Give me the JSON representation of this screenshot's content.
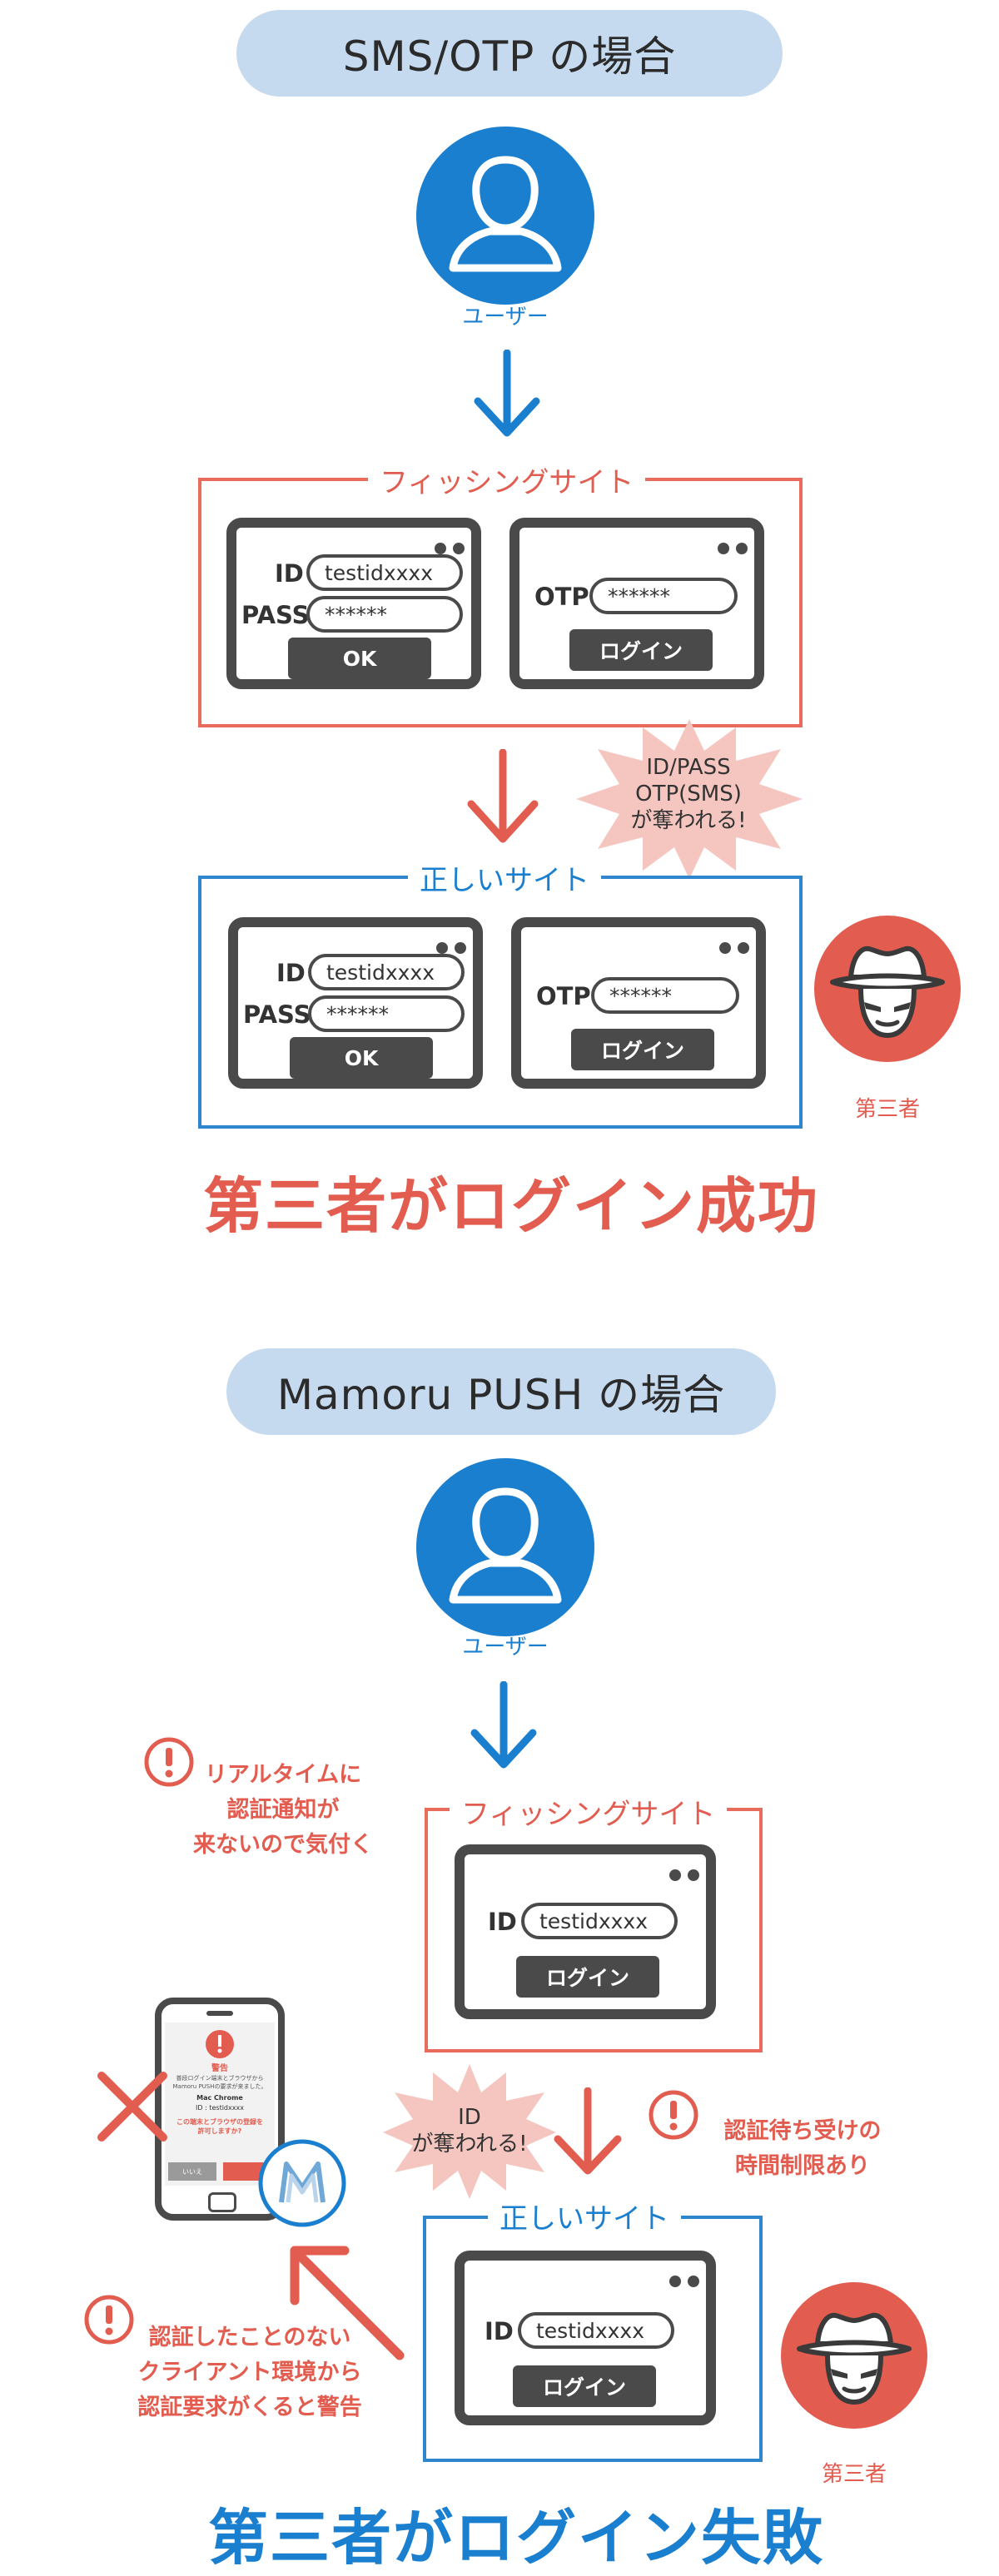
{
  "section1": {
    "title": "SMS/OTP の場合",
    "user_label": "ユーザー",
    "phishing_label": "フィッシングサイト",
    "phishing_login": {
      "id_label": "ID",
      "id_value": "testidxxxx",
      "pass_label": "PASS",
      "pass_value": "******",
      "ok_label": "OK"
    },
    "phishing_otp": {
      "otp_label": "OTP",
      "otp_value": "******",
      "login_label": "ログイン"
    },
    "stolen_burst": "ID/PASS\nOTP(SMS)\nが奪われる!",
    "correct_label": "正しいサイト",
    "correct_login": {
      "id_label": "ID",
      "id_value": "testidxxxx",
      "pass_label": "PASS",
      "pass_value": "******",
      "ok_label": "OK"
    },
    "correct_otp": {
      "otp_label": "OTP",
      "otp_value": "******",
      "login_label": "ログイン"
    },
    "third_party_label": "第三者",
    "result": "第三者がログイン成功"
  },
  "section2": {
    "title": "Mamoru PUSH の場合",
    "user_label": "ユーザー",
    "note_realtime": "リアルタイムに\n認証通知が\n来ないので気付く",
    "phishing_label": "フィッシングサイト",
    "phishing_site": {
      "id_label": "ID",
      "id_value": "testidxxxx",
      "login_label": "ログイン"
    },
    "stolen_burst": "ID\nが奪われる!",
    "note_timelimit": "認証待ち受けの\n時間制限あり",
    "correct_label": "正しいサイト",
    "correct_site": {
      "id_label": "ID",
      "id_value": "testidxxxx",
      "login_label": "ログイン"
    },
    "note_warning": "認証したことのない\nクライアント環境から\n認証要求がくると警告",
    "third_party_label": "第三者",
    "phone": {
      "alert_title": "警告",
      "line1": "普段ログイン端末とブラウザから",
      "line2": "Mamoru PUSHの要求が来ました。",
      "browser": "Mac Chrome",
      "id_text": "ID : testidxxxx",
      "question": "この端末とブラウザの登録を\n許可しますか?",
      "deny": "いいえ"
    },
    "result": "第三者がログイン失敗"
  },
  "colors": {
    "red": "#e25c4f",
    "blue": "#1b7fcf",
    "pill": "#c5daef",
    "dark": "#4a4a4a"
  }
}
